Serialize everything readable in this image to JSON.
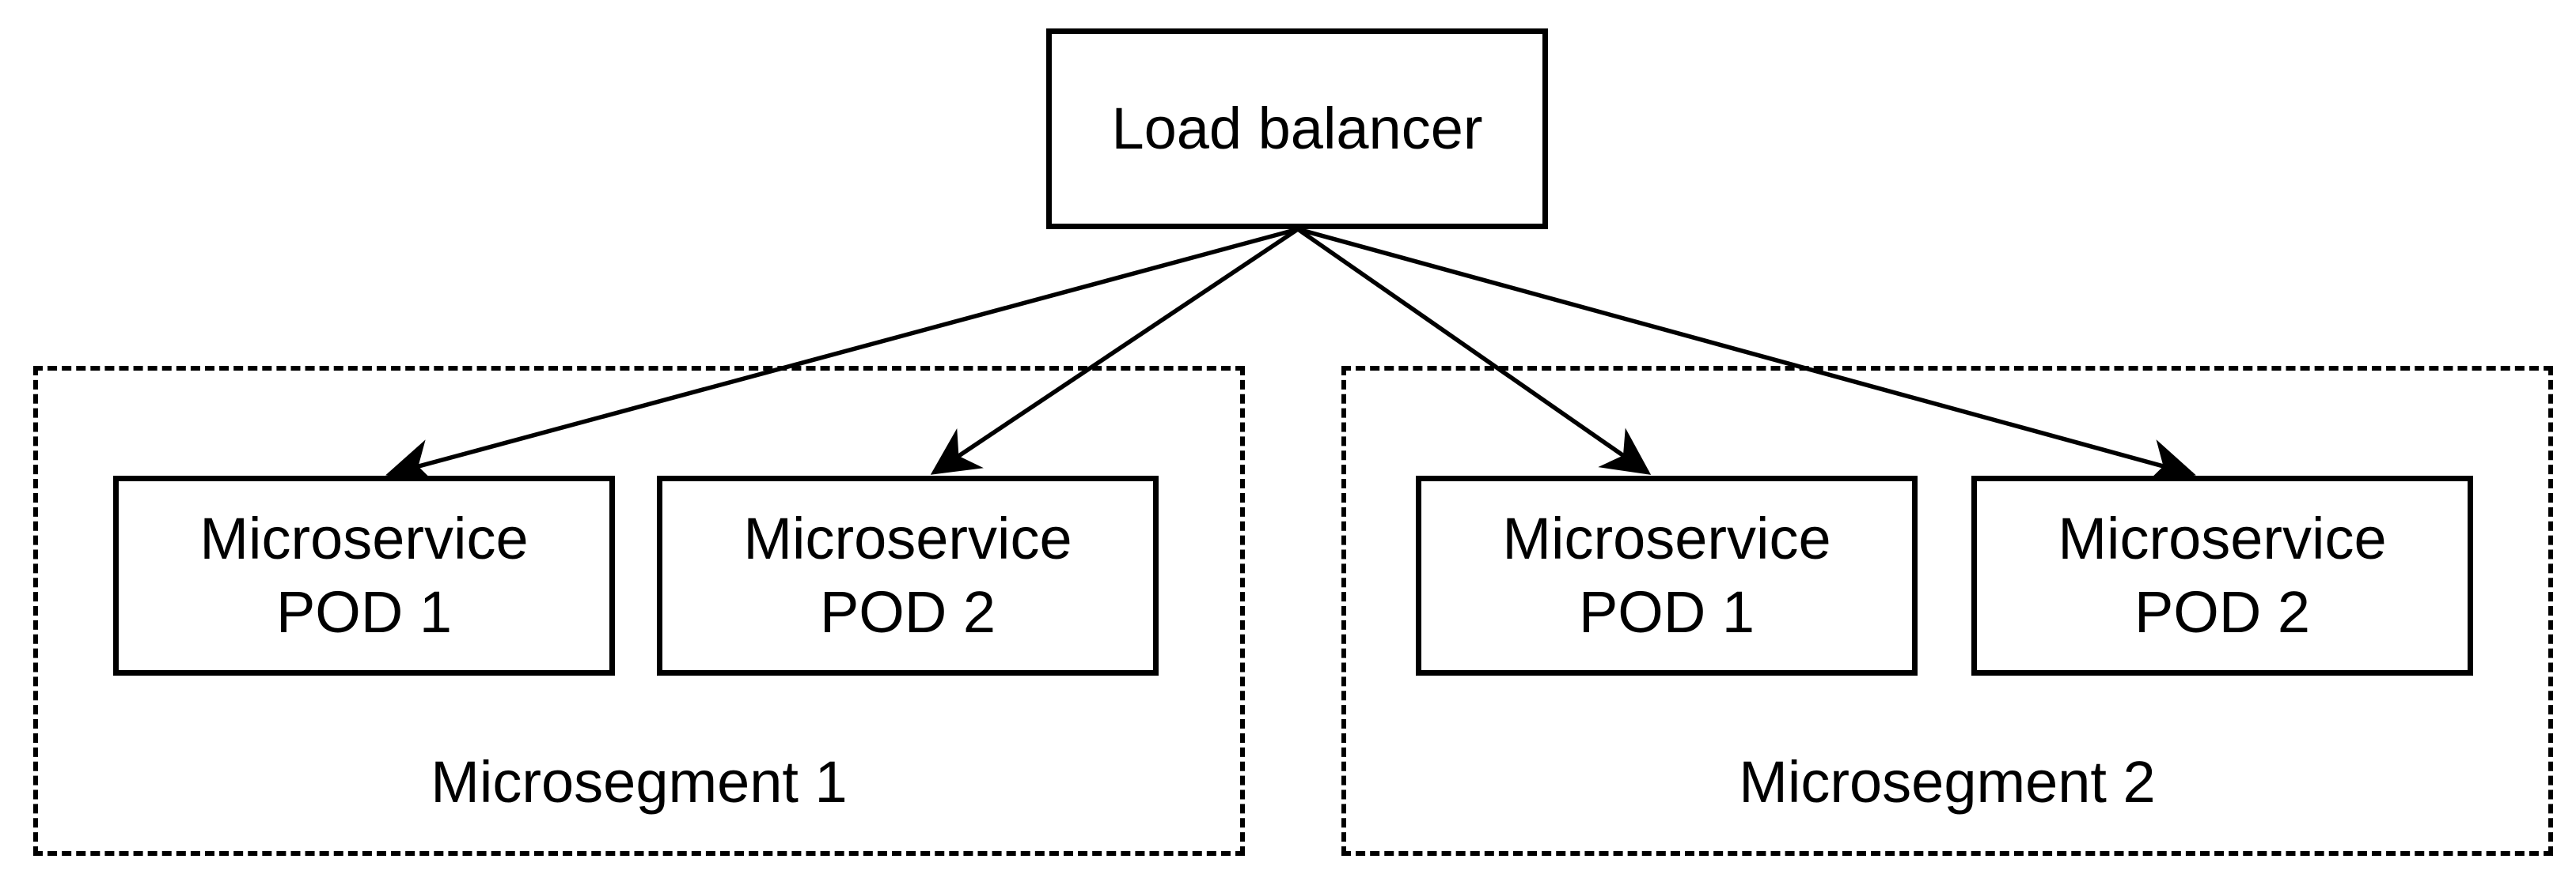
{
  "colors": {
    "stroke": "#000000",
    "background": "#ffffff"
  },
  "load_balancer": {
    "label": "Load balancer"
  },
  "segments": [
    {
      "label": "Microsegment 1",
      "pods": [
        {
          "line1": "Microservice",
          "line2": "POD 1"
        },
        {
          "line1": "Microservice",
          "line2": "POD 2"
        }
      ]
    },
    {
      "label": "Microsegment 2",
      "pods": [
        {
          "line1": "Microservice",
          "line2": "POD 1"
        },
        {
          "line1": "Microservice",
          "line2": "POD 2"
        }
      ]
    }
  ],
  "connections": [
    {
      "from": "load-balancer",
      "to": "microsegment-1-pod-1"
    },
    {
      "from": "load-balancer",
      "to": "microsegment-1-pod-2"
    },
    {
      "from": "load-balancer",
      "to": "microsegment-2-pod-1"
    },
    {
      "from": "load-balancer",
      "to": "microsegment-2-pod-2"
    }
  ]
}
